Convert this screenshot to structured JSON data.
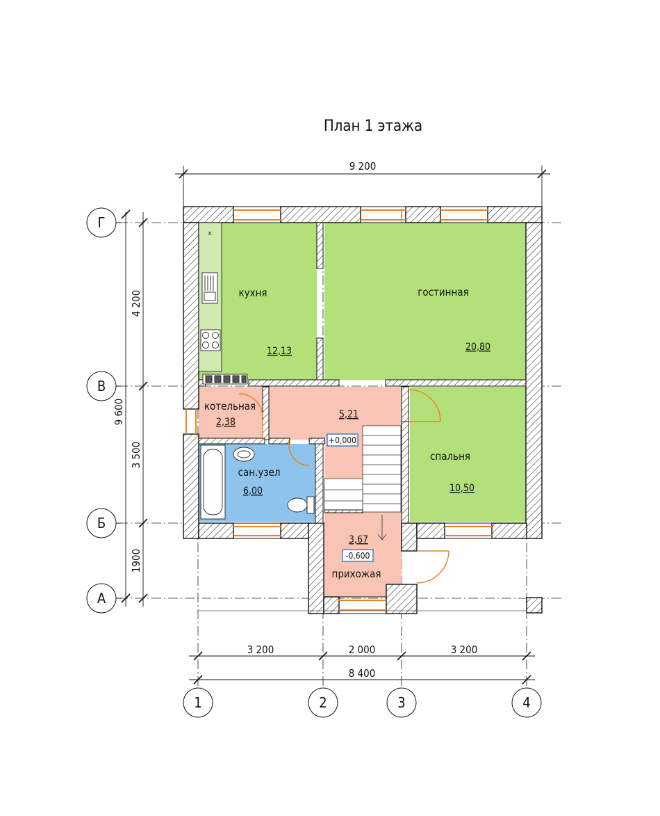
{
  "title": "План 1 этажа",
  "dimensions": {
    "overall_top": "9 200",
    "overall_left": "9 600",
    "left_segments": [
      "4 200",
      "3 500",
      "1900"
    ],
    "bottom_segments": [
      "3 200",
      "2 000",
      "3 200"
    ],
    "overall_bottom": "8 400"
  },
  "axes": {
    "rows": [
      "Г",
      "В",
      "Б",
      "А"
    ],
    "columns": [
      "1",
      "2",
      "3",
      "4"
    ]
  },
  "rooms": {
    "kitchen": {
      "name": "кухня",
      "area": "12,13",
      "color": "#b4e07a"
    },
    "living": {
      "name": "гостинная",
      "area": "20,80",
      "color": "#b4e07a"
    },
    "boiler": {
      "name": "котельная",
      "area": "2,38",
      "color": "#f8c4b4"
    },
    "hall": {
      "name": "",
      "area": "5,21",
      "color": "#f8c4b4"
    },
    "bathroom": {
      "name": "сан.узел",
      "area": "6,00",
      "color": "#8ec4ec"
    },
    "bedroom": {
      "name": "спальня",
      "area": "10,50",
      "color": "#b4e07a"
    },
    "entry": {
      "name": "прихожая",
      "area": "3,67",
      "color": "#f8c4b4"
    }
  },
  "levels": {
    "floor": "+0,000",
    "entry": "-0,600"
  },
  "colors": {
    "window": "#f08020",
    "level_box": "#3a78c8",
    "wall_fill": "#ffffff",
    "line": "#111111"
  }
}
